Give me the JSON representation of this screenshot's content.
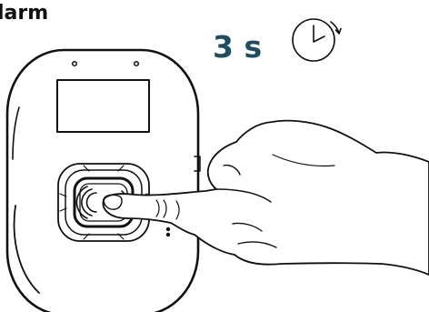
{
  "header": {
    "title": "larm"
  },
  "instruction": {
    "duration_label": "3 s"
  },
  "colors": {
    "duration_text": "#1e4d5f",
    "line_art": "#111111",
    "background": "#ffffff"
  },
  "icons": {
    "timer": "stopwatch-icon",
    "device": "alarm-device",
    "button": "alarm-button",
    "alarm_symbol": "alarm-waves-icon",
    "hand": "pointing-hand"
  }
}
